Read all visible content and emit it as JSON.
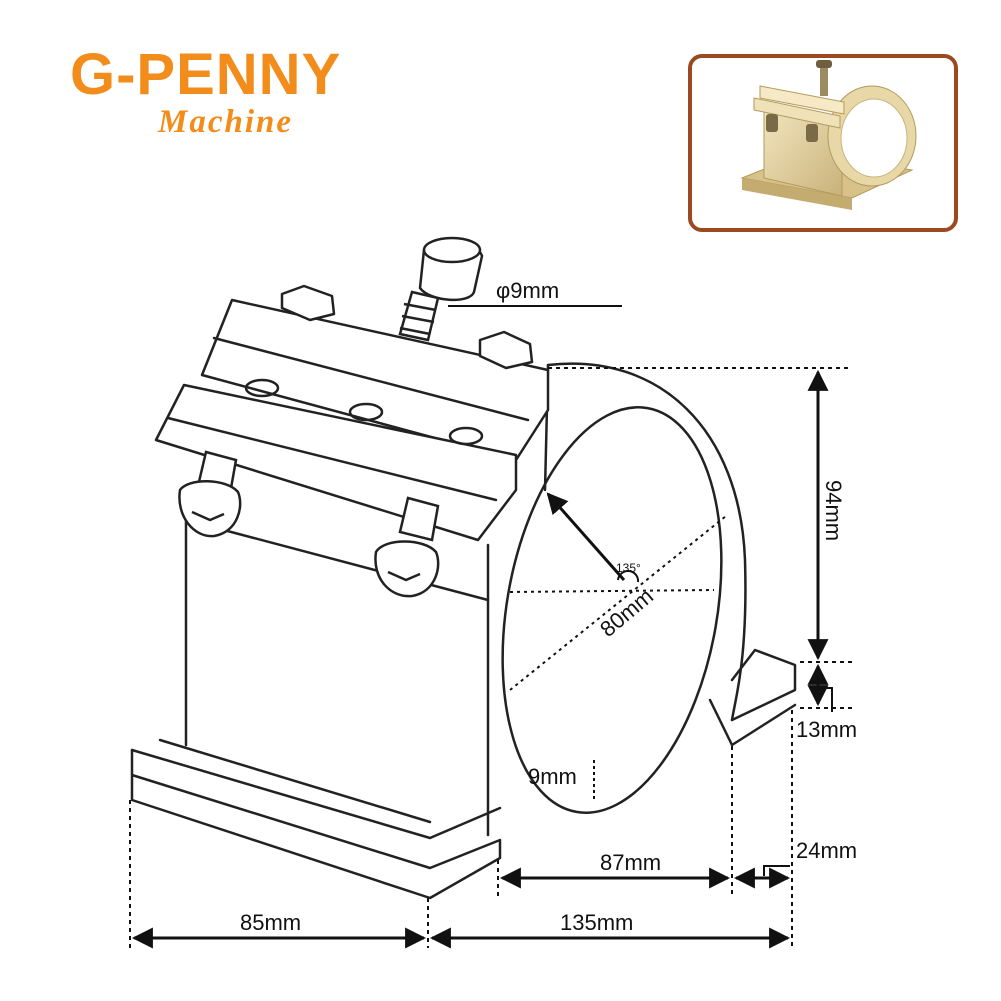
{
  "brand": {
    "name": "G-PENNY",
    "sub": "Machine",
    "color": "#f28c1a"
  },
  "photo": {
    "border_color": "#9a4a1e",
    "metal_color": "#e2cf9c"
  },
  "dimensions": {
    "screw": "φ9mm",
    "height": "94mm",
    "bore_angle": "135°",
    "bore": "80mm",
    "foot_height": "13mm",
    "wall": "9mm",
    "inner_span": "87mm",
    "foot_width": "24mm",
    "depth": "85mm",
    "width": "135mm"
  }
}
